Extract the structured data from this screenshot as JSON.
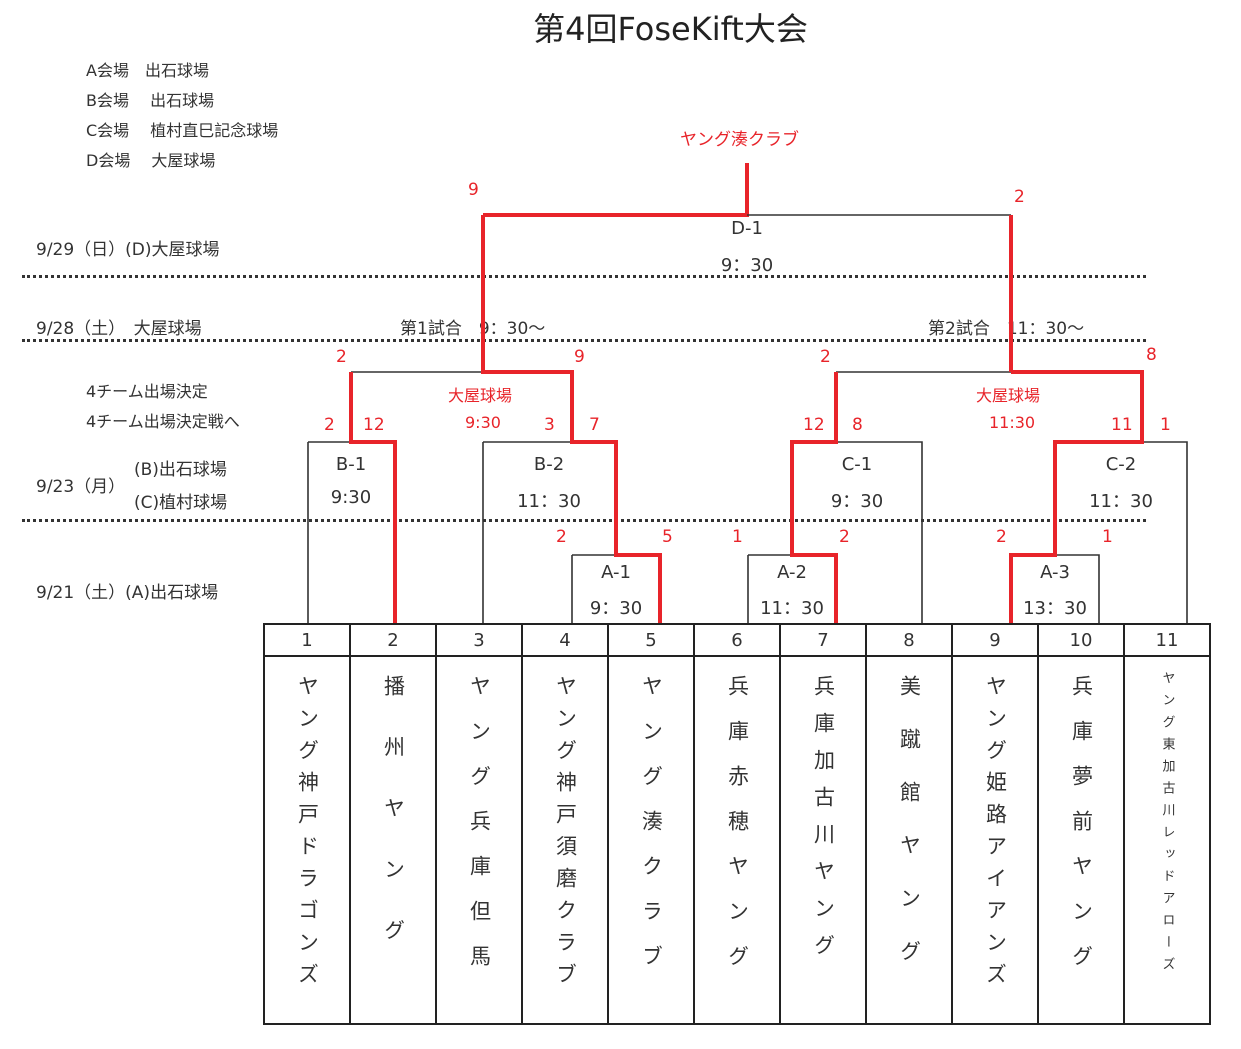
{
  "title": "第4回FoseKift大会",
  "venues": [
    "A会場　出石球場",
    "B会場　 出石球場",
    "C会場　 植村直巳記念球場",
    "D会場　 大屋球場"
  ],
  "champion": "ヤング湊クラブ",
  "dates": {
    "d929": "9/29（日）(D)大屋球場",
    "d928": "9/28（土）　大屋球場",
    "d923": "9/23（月）",
    "d923b": "(B)出石球場",
    "d923c": "(C)植村球場",
    "d921": "9/21（土）(A)出石球場"
  },
  "notes": {
    "line1": "4チーム出場決定",
    "line2": "4チーム出場決定戦へ"
  },
  "sessions": {
    "first": "第1試合　9：30～",
    "second": "第2試合　11：30～"
  },
  "semis": {
    "left_venue": "大屋球場",
    "left_time": "9:30",
    "right_venue": "大屋球場",
    "right_time": "11:30"
  },
  "games": {
    "D1": {
      "name": "D-1",
      "time": "9：30"
    },
    "B1": {
      "name": "B-1",
      "time": "9:30"
    },
    "B2": {
      "name": "B-2",
      "time": "11：30"
    },
    "C1": {
      "name": "C-1",
      "time": "9：30"
    },
    "C2": {
      "name": "C-2",
      "time": "11：30"
    },
    "A1": {
      "name": "A-1",
      "time": "9：30"
    },
    "A2": {
      "name": "A-2",
      "time": "11：30"
    },
    "A3": {
      "name": "A-3",
      "time": "13：30"
    }
  },
  "scores": {
    "final_left": "9",
    "final_right": "2",
    "semi1_left": "2",
    "semi1_right": "9",
    "semi2_left": "2",
    "semi2_right": "8",
    "b1_left": "2",
    "b1_right": "12",
    "b2_left": "3",
    "b2_right": "7",
    "c1_left": "12",
    "c1_right": "8",
    "c2_left": "11",
    "c2_right": "1",
    "a1_left": "2",
    "a1_right": "5",
    "a2_left": "1",
    "a2_right": "2",
    "a3_left": "2",
    "a3_right": "1"
  },
  "teams": [
    {
      "no": "1",
      "name": "ヤング神戸ドラゴンズ"
    },
    {
      "no": "2",
      "name": "播州ヤング"
    },
    {
      "no": "3",
      "name": "ヤング兵庫但馬"
    },
    {
      "no": "4",
      "name": "ヤング神戸須磨クラブ"
    },
    {
      "no": "5",
      "name": "ヤング湊クラブ"
    },
    {
      "no": "6",
      "name": "兵庫赤穂ヤング"
    },
    {
      "no": "7",
      "name": "兵庫加古川ヤング"
    },
    {
      "no": "8",
      "name": "美蹴館ヤング"
    },
    {
      "no": "9",
      "name": "ヤング姫路アイアンズ"
    },
    {
      "no": "10",
      "name": "兵庫夢前ヤング"
    },
    {
      "no": "11",
      "name": "ヤング東加古川レッドアローズ"
    }
  ],
  "colors": {
    "winner_line": "#e8242a",
    "line": "#333333"
  }
}
